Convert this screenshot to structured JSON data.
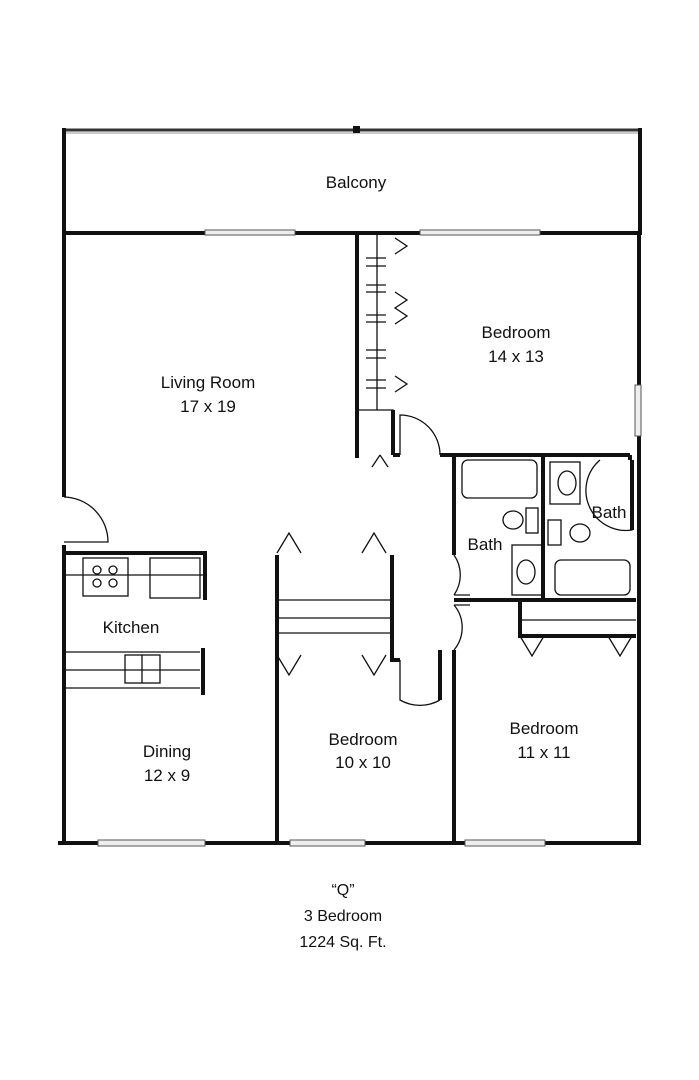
{
  "plan": {
    "rooms": {
      "balcony": {
        "name": "Balcony"
      },
      "living_room": {
        "name": "Living Room",
        "size": "17 x 19"
      },
      "bedroom_1": {
        "name": "Bedroom",
        "size": "14 x 13"
      },
      "bath_1": {
        "name": "Bath"
      },
      "bath_2": {
        "name": "Bath"
      },
      "kitchen": {
        "name": "Kitchen"
      },
      "dining": {
        "name": "Dining",
        "size": "12 x 9"
      },
      "bedroom_2": {
        "name": "Bedroom",
        "size": "10 x 10"
      },
      "bedroom_3": {
        "name": "Bedroom",
        "size": "11 x 11"
      }
    },
    "caption": {
      "unit": "“Q”",
      "bedrooms": "3 Bedroom",
      "area": "1224 Sq. Ft."
    }
  }
}
